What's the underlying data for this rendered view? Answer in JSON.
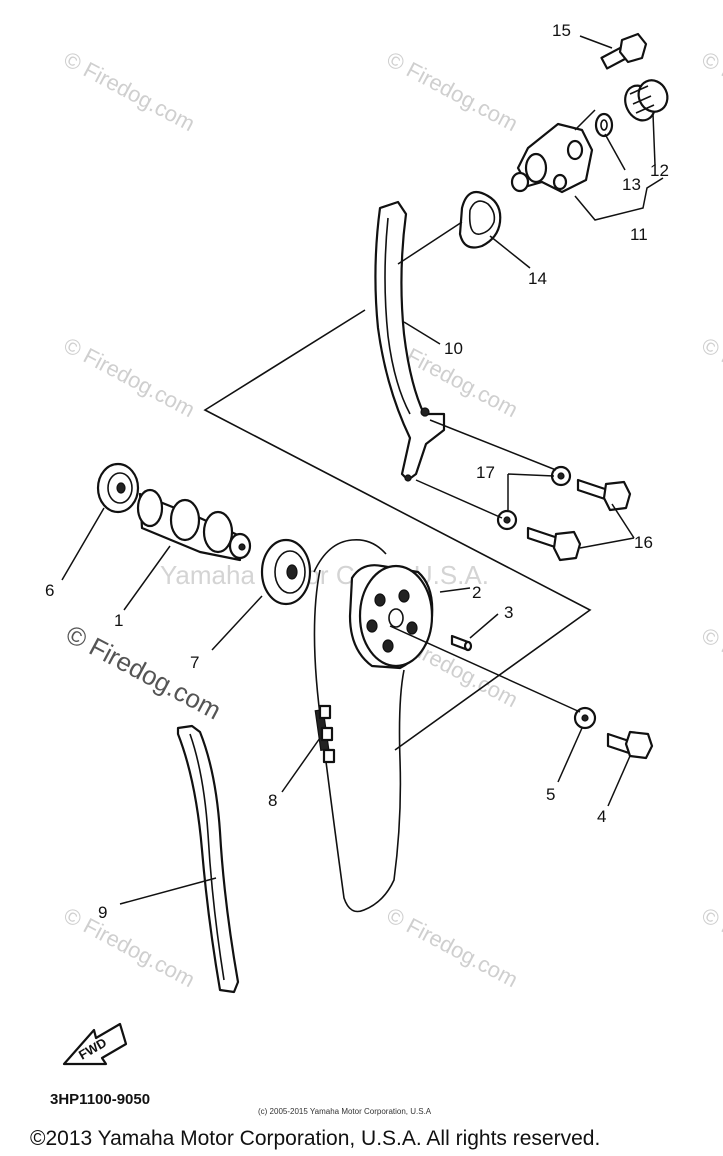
{
  "watermarks": {
    "site": "© Firedog.com",
    "center": "Yamaha Motor Corp., U.S.A."
  },
  "callouts": [
    "1",
    "2",
    "3",
    "4",
    "5",
    "6",
    "7",
    "8",
    "9",
    "10",
    "11",
    "12",
    "13",
    "14",
    "15",
    "16",
    "17"
  ],
  "fwd_label": "FWD",
  "diagram_code": "3HP1100-9050",
  "small_copyright": "(c) 2005-2015 Yamaha Motor Corporation, U.S.A",
  "copyright": "©2013 Yamaha Motor Corporation, U.S.A. All rights reserved."
}
